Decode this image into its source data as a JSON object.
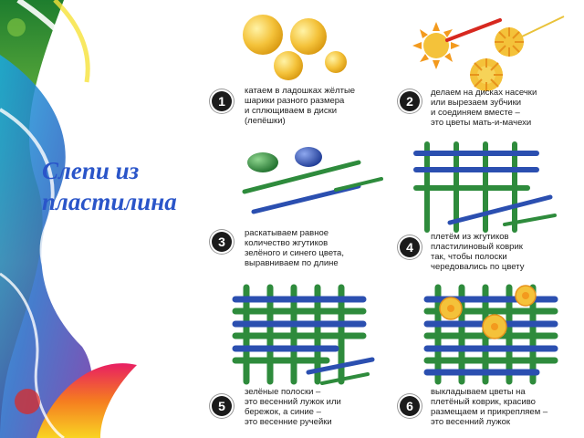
{
  "slide": {
    "title_lines": [
      "Слепи из",
      "пластилина"
    ]
  },
  "steps": [
    {
      "number": "1",
      "lines": [
        "катаем в ладошках жёлтые",
        "шарики разного размера",
        "и сплющиваем в диски",
        "(лепёшки)"
      ]
    },
    {
      "number": "2",
      "lines": [
        "делаем на дисках насечки",
        "или вырезаем зубчики",
        "и соединяем вместе –",
        "это цветы мать-и-мачехи"
      ]
    },
    {
      "number": "3",
      "lines": [
        "раскатываем равное",
        "количество жгутиков",
        "зелёного и синего цвета,",
        "выравниваем по длине"
      ]
    },
    {
      "number": "4",
      "lines": [
        "плетём из жгутиков",
        "пластилиновый коврик",
        "так, чтобы полоски",
        "чередовались по цвету"
      ]
    },
    {
      "number": "5",
      "lines": [
        "зелёные полоски –",
        "это весенний лужок или",
        "бережок, а синие –",
        "это весенние ручейки"
      ]
    },
    {
      "number": "6",
      "lines": [
        "выкладываем цветы на",
        "плетёный коврик, красиво",
        "размещаем и прикрепляем –",
        "это весенний лужок"
      ]
    }
  ],
  "colors": {
    "title": "#2a55c9",
    "yellow": "#f4c23a",
    "green": "#2e8b3c",
    "blue": "#2b4fb0"
  }
}
